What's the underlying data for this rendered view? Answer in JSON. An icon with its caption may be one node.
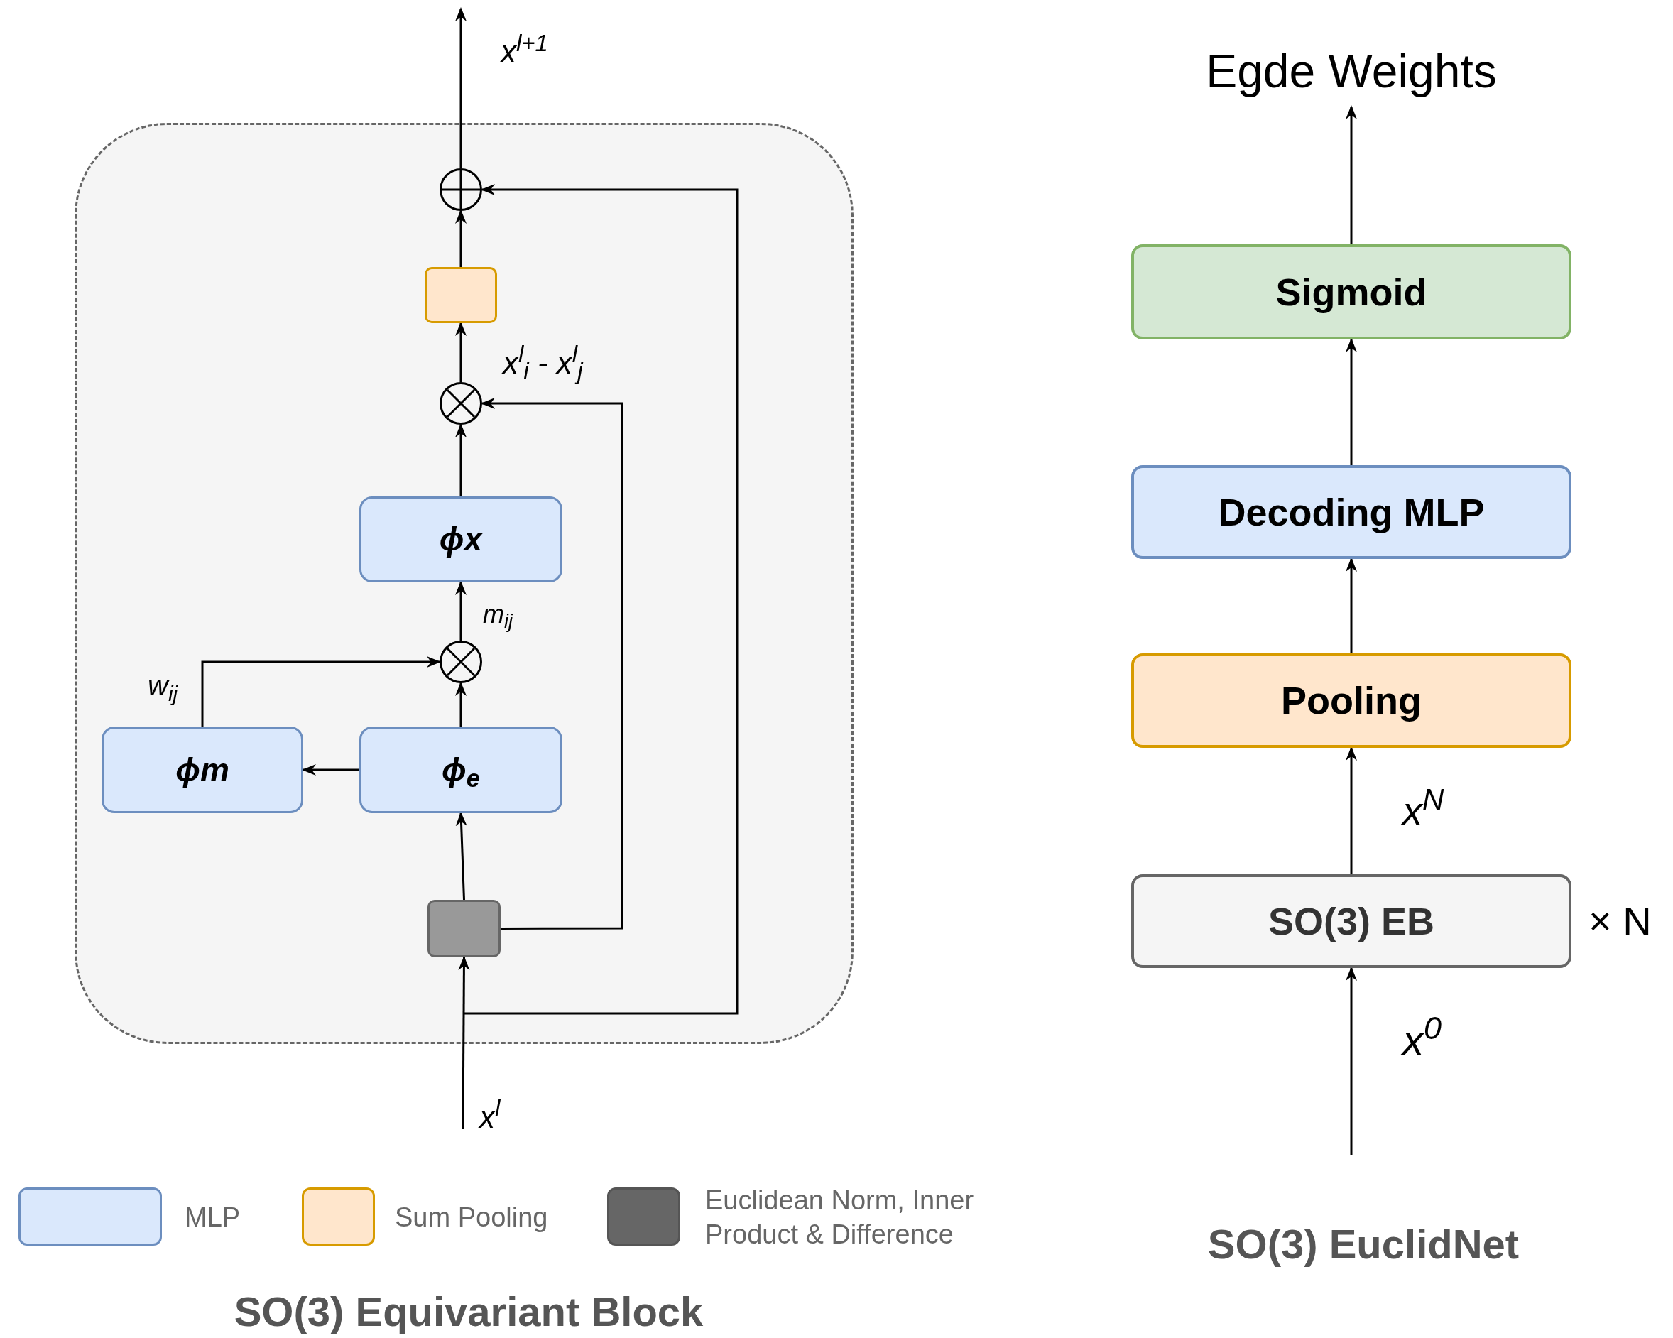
{
  "diagram": {
    "nodes": [
      {
        "text": [],
        "shape": "box"
      },
      {
        "text": [],
        "shape": "circle",
        "in": 0
      },
      {
        "text": [],
        "shape": "box",
        "in": 0
      },
      {
        "text": [],
        "shape": "circle",
        "in": 0
      },
      {
        "text": [
          "ϕx"
        ],
        "in": 0
      },
      {
        "text": [],
        "shape": "circle",
        "in": 0
      },
      {
        "text": [
          "ϕm"
        ],
        "in": 0
      },
      {
        "text": [
          "ϕ$_{e}$"
        ],
        "in": 0
      },
      {
        "text": [],
        "shape": "box",
        "in": 0
      },
      {
        "text": [
          "Sigmoid"
        ]
      },
      {
        "text": [
          "Decoding MLP"
        ]
      },
      {
        "text": [
          "Pooling"
        ]
      },
      {
        "text": [
          "SO(3) EB"
        ],
        "beside": [
          "× N"
        ]
      },
      {
        "text": [
          "Egde Weights"
        ]
      }
    ],
    "edges": [
      {
        "from": 1,
        "to": null,
        "arrow": "to",
        "label": "x$^{l+1}$"
      },
      {
        "from": 2,
        "to": 1,
        "arrow": "to"
      },
      {
        "from": 3,
        "to": 2,
        "arrow": "to"
      },
      {
        "from": 4,
        "to": 3,
        "arrow": "to"
      },
      {
        "from": 5,
        "to": 4,
        "arrow": "to",
        "label": "m$_{ij}$"
      },
      {
        "from": 6,
        "to": 5,
        "arrow": "to",
        "label": "w$_{ij}$"
      },
      {
        "from": 7,
        "to": 5,
        "arrow": "to"
      },
      {
        "from": 7,
        "to": 6,
        "arrow": "to"
      },
      {
        "from": 8,
        "to": 7,
        "arrow": "to"
      },
      {
        "from": 8,
        "to": 3,
        "arrow": "to",
        "label": "x$^{l}$$_{i}$ - x$^{l}$$_{j}$"
      },
      {
        "from": null,
        "to": 8,
        "arrow": "to",
        "label": "x$^{l}$"
      },
      {
        "from": null,
        "to": 1,
        "arrow": "to"
      },
      {
        "from": 12,
        "to": 11,
        "arrow": "to",
        "label": "x$^{N}$"
      },
      {
        "from": 11,
        "to": 10,
        "arrow": "to"
      },
      {
        "from": 10,
        "to": 9,
        "arrow": "to"
      },
      {
        "from": 9,
        "to": 13,
        "arrow": "to"
      },
      {
        "from": null,
        "to": 12,
        "arrow": "to",
        "label": "x$^{0}$"
      }
    ],
    "labels": [
      "SO(3) Equivariant Block",
      "SO(3) EuclidNet"
    ],
    "legend": [
      {
        "text": "MLP",
        "color": "#dae8fc"
      },
      {
        "text": "Sum Pooling",
        "color": "#ffe6cc"
      },
      {
        "text": "Euclidean Norm, Inner Product & Difference",
        "color": "#666666"
      }
    ]
  }
}
